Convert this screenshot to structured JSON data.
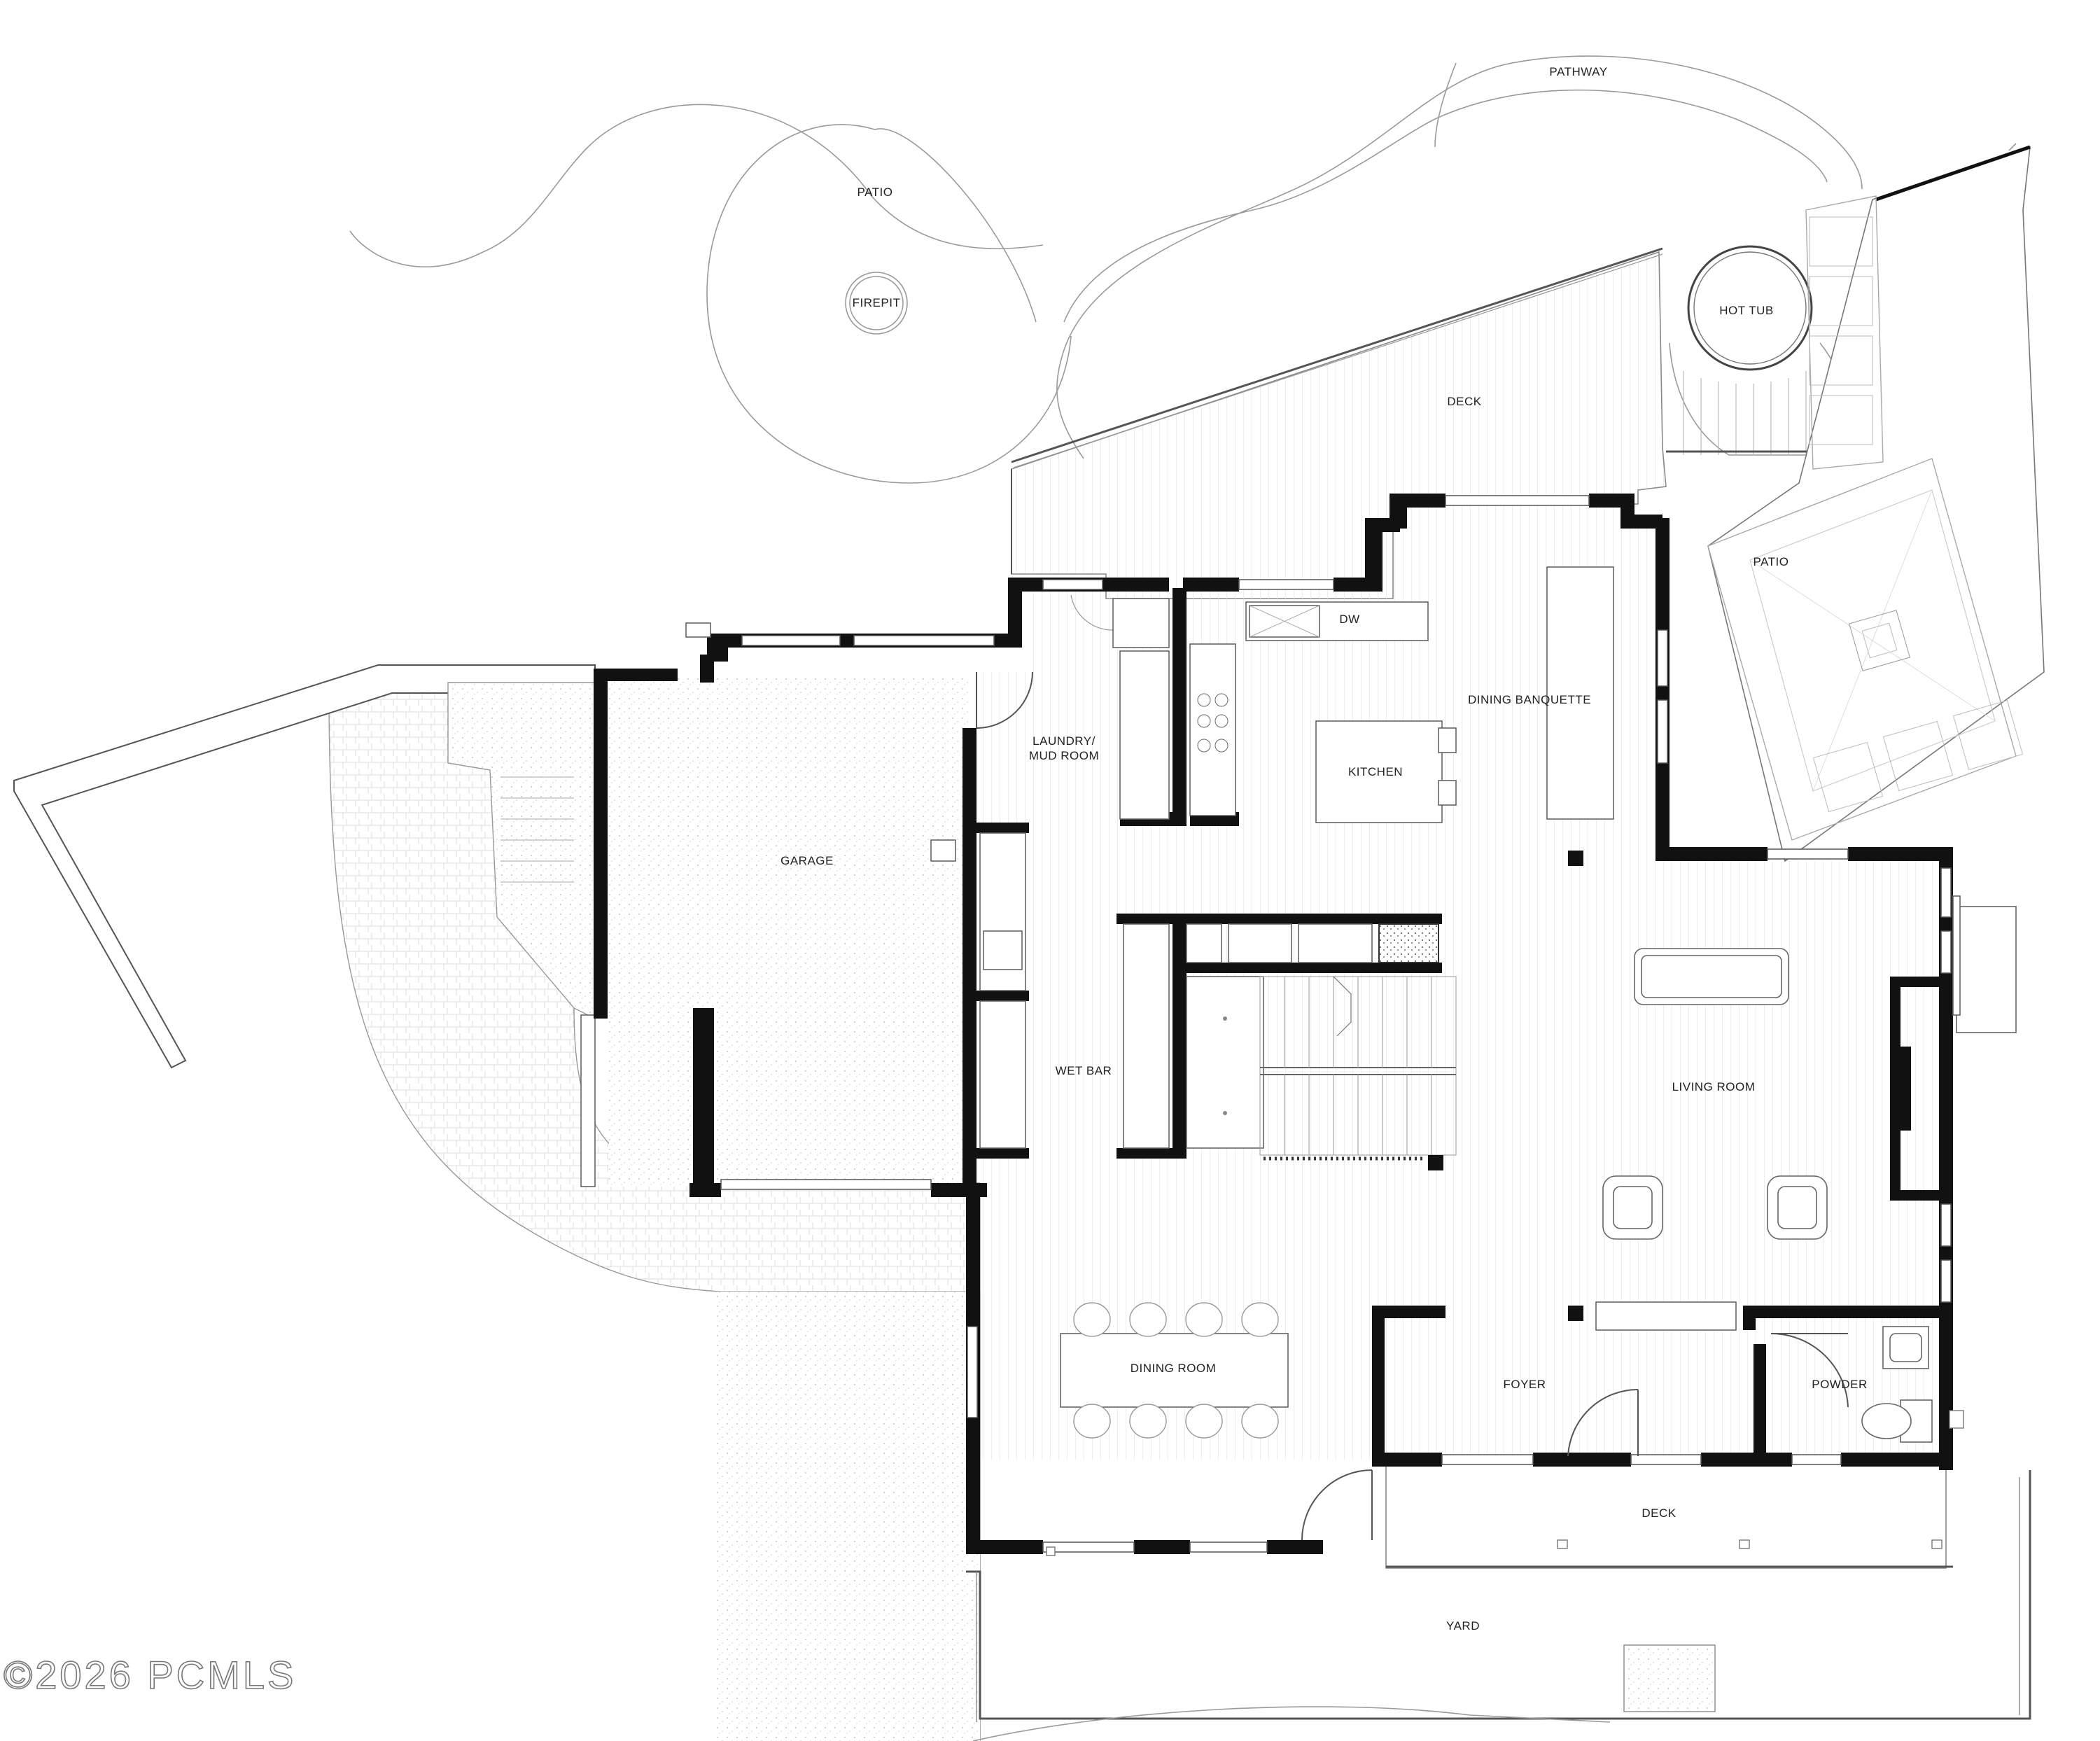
{
  "plan": {
    "rooms": [
      {
        "id": "pathway",
        "label": "PATHWAY"
      },
      {
        "id": "patio-north",
        "label": "PATIO"
      },
      {
        "id": "firepit",
        "label": "FIREPIT"
      },
      {
        "id": "hot-tub",
        "label": "HOT TUB"
      },
      {
        "id": "deck-north",
        "label": "DECK"
      },
      {
        "id": "patio-east",
        "label": "PATIO"
      },
      {
        "id": "dw",
        "label": "DW"
      },
      {
        "id": "dining-banquette",
        "label": "DINING BANQUETTE"
      },
      {
        "id": "laundry",
        "label": "LAUNDRY/"
      },
      {
        "id": "mudroom",
        "label": "MUD ROOM"
      },
      {
        "id": "kitchen",
        "label": "KITCHEN"
      },
      {
        "id": "garage",
        "label": "GARAGE"
      },
      {
        "id": "wet-bar",
        "label": "WET BAR"
      },
      {
        "id": "living-room",
        "label": "LIVING ROOM"
      },
      {
        "id": "dining-room",
        "label": "DINING ROOM"
      },
      {
        "id": "foyer",
        "label": "FOYER"
      },
      {
        "id": "powder",
        "label": "POWDER"
      },
      {
        "id": "deck-south",
        "label": "DECK"
      },
      {
        "id": "yard",
        "label": "YARD"
      }
    ],
    "watermark": "©2026 PCMLS"
  },
  "colors": {
    "wall": "#111111",
    "line": "#9a9a9a",
    "label": "#222222"
  }
}
